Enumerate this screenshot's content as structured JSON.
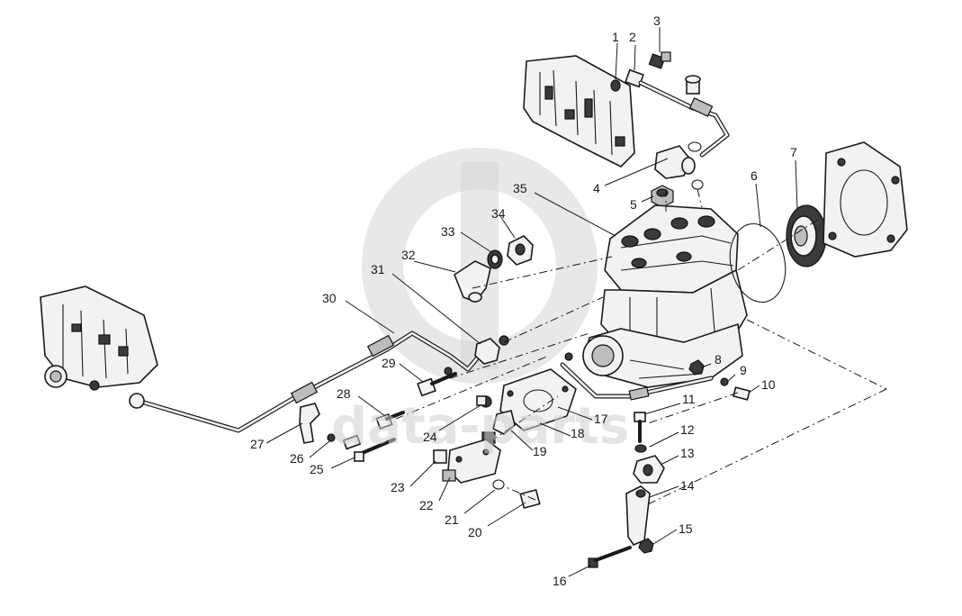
{
  "watermark": {
    "text": "data-parts"
  },
  "callouts": [
    "1",
    "2",
    "3",
    "4",
    "5",
    "6",
    "7",
    "8",
    "9",
    "10",
    "11",
    "12",
    "13",
    "14",
    "15",
    "16",
    "17",
    "18",
    "19",
    "20",
    "21",
    "22",
    "23",
    "24",
    "25",
    "26",
    "27",
    "28",
    "29",
    "30",
    "31",
    "32",
    "33",
    "34",
    "35"
  ]
}
